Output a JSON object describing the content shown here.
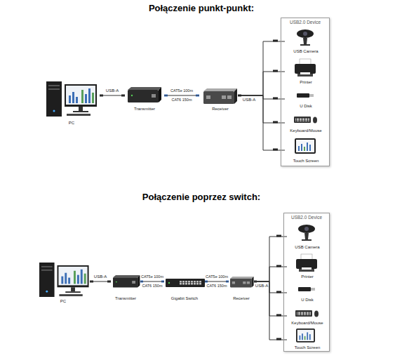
{
  "diagram": {
    "title": "Połączenie punkt-punkt:",
    "nodes": [
      {
        "text": [
          "PC"
        ]
      },
      {
        "text": [
          "Transmitter"
        ]
      },
      {
        "text": [
          "Receiver"
        ]
      },
      {
        "text": [
          "USB2.0 Device"
        ]
      },
      {
        "text": [
          "USB Camera"
        ],
        "in": 3
      },
      {
        "text": [
          "Printer"
        ],
        "in": 3
      },
      {
        "text": [
          "U Disk"
        ],
        "in": 3
      },
      {
        "text": [
          "Keyboard/Mouse"
        ],
        "in": 3
      },
      {
        "text": [
          "Touch Screen"
        ],
        "in": 3
      },
      {
        "text": [
          "PC"
        ]
      },
      {
        "text": [
          "Transmitter"
        ]
      },
      {
        "text": [
          "Gigabit Switch"
        ]
      },
      {
        "text": [
          "Receiver"
        ]
      },
      {
        "text": [
          "USB2.0 Device"
        ]
      },
      {
        "text": [
          "USB Camera"
        ],
        "in": 13
      },
      {
        "text": [
          "Printer"
        ],
        "in": 13
      },
      {
        "text": [
          "U Disk"
        ],
        "in": 13
      },
      {
        "text": [
          "Keyboard/Mouse"
        ],
        "in": 13
      },
      {
        "text": [
          "Touch Screen"
        ],
        "in": 13
      }
    ],
    "edges": [
      {
        "from": 0,
        "to": 1,
        "label": "USB-A",
        "arrow": "none"
      },
      {
        "from": 1,
        "to": 2,
        "label": "CAT5e 100m",
        "arrow": "none"
      },
      {
        "from": 2,
        "to": 4,
        "arrow": "none"
      },
      {
        "from": 2,
        "to": 5,
        "arrow": "none"
      },
      {
        "from": 2,
        "to": 6,
        "arrow": "none"
      },
      {
        "from": 2,
        "to": 7,
        "arrow": "none"
      },
      {
        "from": 2,
        "to": 8,
        "arrow": "none"
      },
      {
        "from": 9,
        "to": 10,
        "label": "USB-A",
        "arrow": "none"
      },
      {
        "from": 10,
        "to": 11,
        "label": "CAT5e 100m",
        "arrow": "none"
      },
      {
        "from": 11,
        "to": 12,
        "label": "CAT5e 100m",
        "arrow": "none"
      },
      {
        "from": 12,
        "to": 14,
        "arrow": "none"
      },
      {
        "from": 12,
        "to": 15,
        "arrow": "none"
      },
      {
        "from": 12,
        "to": 16,
        "arrow": "none"
      },
      {
        "from": 12,
        "to": 17,
        "arrow": "none"
      },
      {
        "from": 12,
        "to": 18,
        "arrow": "none"
      }
    ],
    "labels": [
      "CAT6 150m",
      "USB-A",
      "Połączenie poprzez switch:",
      "CAT6 150m",
      "CAT6 150m",
      "USB-A"
    ]
  }
}
